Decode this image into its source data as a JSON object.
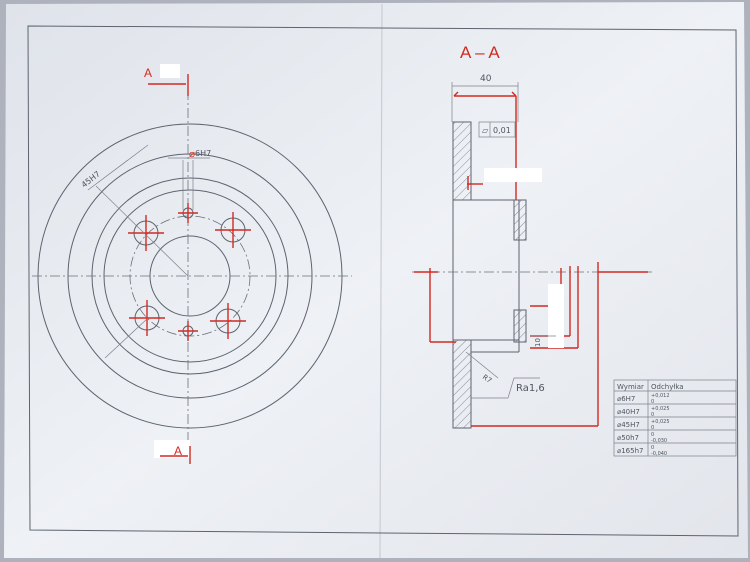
{
  "section_title": "A – A",
  "marks": {
    "cut_top": "A",
    "cut_bottom": "A"
  },
  "dims": {
    "width_top": "40",
    "flatness": "0,01",
    "hole_small": "6H7",
    "pcd": "45H7",
    "step": "10",
    "chamfer": "R7",
    "roughness": "Ra1,6"
  },
  "table": {
    "header": [
      "Wymiar",
      "Odchyłka"
    ],
    "rows": [
      [
        "⌀6H7",
        "+0,012",
        "0"
      ],
      [
        "⌀40H7",
        "+0,025",
        "0"
      ],
      [
        "⌀45H7",
        "+0,025",
        "0"
      ],
      [
        "⌀50h7",
        "0",
        "-0,030"
      ],
      [
        "⌀165h7",
        "0",
        "-0,040"
      ]
    ]
  },
  "colors": {
    "paper": "#e9ecf1",
    "pencil": "#5d6470",
    "red": "#d22a22"
  }
}
